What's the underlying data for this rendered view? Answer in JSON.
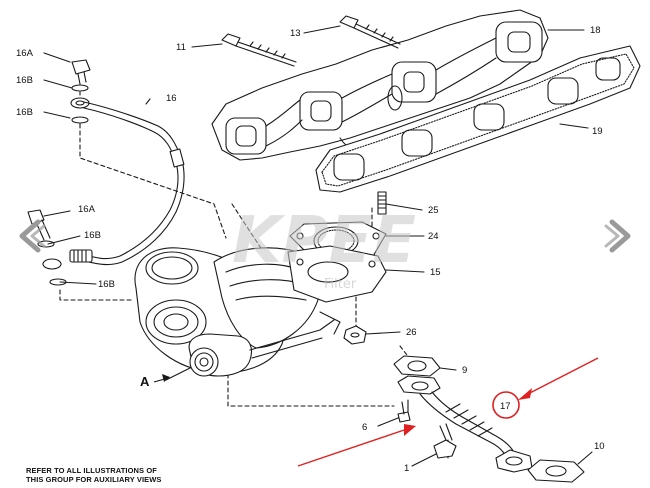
{
  "callouts": {
    "c1": "1",
    "c6": "6",
    "c9": "9",
    "c10": "10",
    "c11": "11",
    "c13": "13",
    "c15": "15",
    "c16": "16",
    "c16A_top": "16A",
    "c16B_top1": "16B",
    "c16B_top2": "16B",
    "c16A_left": "16A",
    "c16B_left1": "16B",
    "c16B_left2": "16B",
    "c17": "17",
    "c18": "18",
    "c19": "19",
    "c24": "24",
    "c25": "25",
    "c26": "26",
    "view_A": "A"
  },
  "watermark": {
    "brand": "KPEE",
    "tagline": "Filter"
  },
  "footer": {
    "line1": "REFER TO ALL ILLUSTRATIONS OF",
    "line2": "THIS GROUP FOR AUXILIARY VIEWS"
  },
  "colors": {
    "line": "#1a1a1a",
    "highlight": "#e02020",
    "watermark": "#c8c8c8",
    "nav": "#9a9a9a"
  },
  "nav": {
    "prev_icon": "chevron-left-icon",
    "next_icon": "chevron-right-icon"
  }
}
